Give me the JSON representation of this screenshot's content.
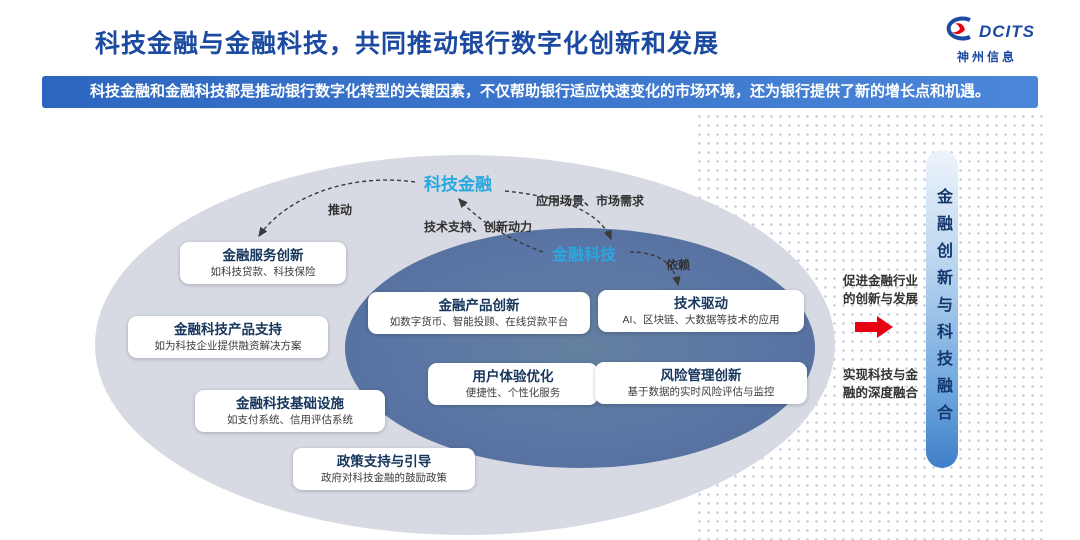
{
  "title": "科技金融与金融科技，共同推动银行数字化创新和发展",
  "banner": "科技金融和金融科技都是推动银行数字化转型的关键因素，不仅帮助银行适应快速变化的市场环境，还为银行提供了新的增长点和机遇。",
  "logo": {
    "brand": "DCITS",
    "company": "神州信息"
  },
  "diagram": {
    "tech_finance_label": "科技金融",
    "fintech_label": "金融科技",
    "arrow_labels": {
      "push": "推动",
      "application": "应用场景、市场需求",
      "support": "技术支持、创新动力",
      "depend": "依赖"
    },
    "outer_boxes": [
      {
        "title": "金融服务创新",
        "desc": "如科技贷款、科技保险"
      },
      {
        "title": "金融科技产品支持",
        "desc": "如为科技企业提供融资解决方案"
      },
      {
        "title": "金融科技基础设施",
        "desc": "如支付系统、信用评估系统"
      },
      {
        "title": "政策支持与引导",
        "desc": "政府对科技金融的鼓励政策"
      }
    ],
    "inner_boxes": [
      {
        "title": "金融产品创新",
        "desc": "如数字货币、智能投顾、在线贷款平台"
      },
      {
        "title": "技术驱动",
        "desc": "AI、区块链、大数据等技术的应用"
      },
      {
        "title": "用户体验优化",
        "desc": "便捷性、个性化服务"
      },
      {
        "title": "风险管理创新",
        "desc": "基于数据的实时风险评估与监控"
      }
    ]
  },
  "right_panel": {
    "top_text": "促进金融行业的创新与发展",
    "bottom_text": "实现科技与金融的深度融合",
    "vertical_text": "金融创新与科技融合"
  },
  "colors": {
    "title_blue": "#1c4aa0",
    "banner_blue": "#2d66c0",
    "cyan_accent": "#29a8e0",
    "outer_ellipse": "#d7dae3",
    "inner_ellipse": "#5b76a6",
    "red_accent": "#e60012"
  }
}
